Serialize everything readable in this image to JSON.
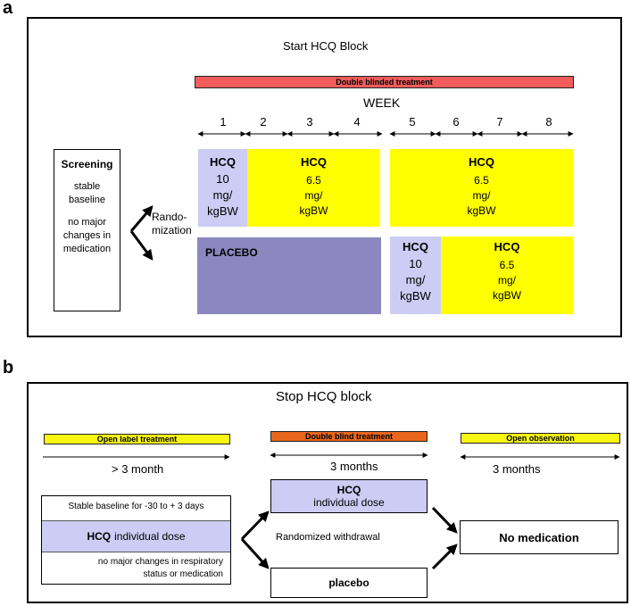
{
  "colors": {
    "red_bar": "#f25c5c",
    "yellow": "#ffff00",
    "lavender": "#ccccf4",
    "placebo_purple": "#8d87bf",
    "orange_bar": "#e8661c",
    "yellow_bar": "#f7f711"
  },
  "panel_a": {
    "label": "a",
    "title": "Start HCQ Block",
    "red_bar_label": "Double blinded treatment",
    "week_label": "WEEK",
    "weeks": [
      "1",
      "2",
      "3",
      "4",
      "5",
      "6",
      "7",
      "8"
    ],
    "screening": {
      "title": "Screening",
      "line1": "stable\nbaseline",
      "line2": "no major\nchanges in\nmedication"
    },
    "randomization": "Rando-\nmization",
    "arm1": {
      "box1_title": "HCQ",
      "box1_dose": "10\nmg/\nkgBW",
      "box2_title": "HCQ",
      "box2_dose": "6.5\nmg/\nkgBW",
      "box3_title": "HCQ",
      "box3_dose": "6.5\nmg/\nkgBW"
    },
    "arm2": {
      "placebo": "PLACEBO",
      "box1_title": "HCQ",
      "box1_dose": "10\nmg/\nkgBW",
      "box2_title": "HCQ",
      "box2_dose": "6.5\nmg/\nkgBW"
    }
  },
  "panel_b": {
    "label": "b",
    "title": "Stop HCQ block",
    "bar1_label": "Open label treatment",
    "bar2_label": "Double blind treatment",
    "bar3_label": "Open observation",
    "dur1": "> 3 month",
    "dur2": "3 months",
    "dur3": "3 months",
    "baseline_text": "Stable baseline for -30 to + 3 days",
    "hcq_bold": "HCQ",
    "hcq_rest": "individual dose",
    "no_changes": "no major changes in respiratory\nstatus or medication",
    "hcq_box_title": "HCQ",
    "hcq_box_sub": "individual dose",
    "withdrawal": "Randomized withdrawal",
    "placebo": "placebo",
    "no_medication": "No medication"
  }
}
